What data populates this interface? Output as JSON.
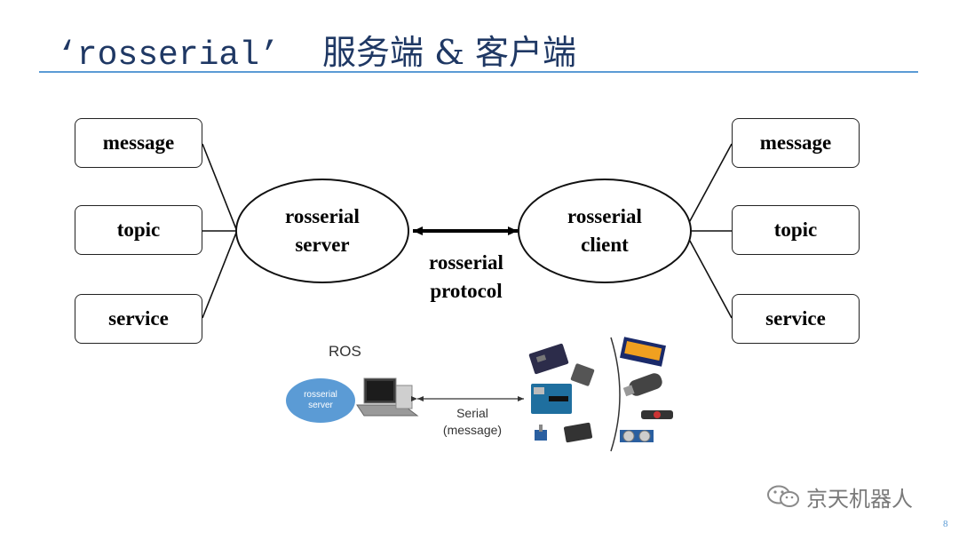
{
  "title": {
    "mono_part": "‘rosserial’",
    "cn_part": "服务端 & 客户端"
  },
  "left_boxes": [
    "message",
    "topic",
    "service"
  ],
  "right_boxes": [
    "message",
    "topic",
    "service"
  ],
  "server": {
    "line1": "rosserial",
    "line2": "server"
  },
  "client": {
    "line1": "rosserial",
    "line2": "client"
  },
  "protocol": {
    "line1": "rosserial",
    "line2": "protocol"
  },
  "illustration": {
    "ros_label": "ROS",
    "server_line1": "rosserial",
    "server_line2": "server",
    "serial_line1": "Serial",
    "serial_line2": "(message)"
  },
  "watermark": "京天机器人",
  "page_number": "8",
  "colors": {
    "title": "#1f3864",
    "rule": "#5b9bd5",
    "server_blob": "#5b9bd5"
  }
}
